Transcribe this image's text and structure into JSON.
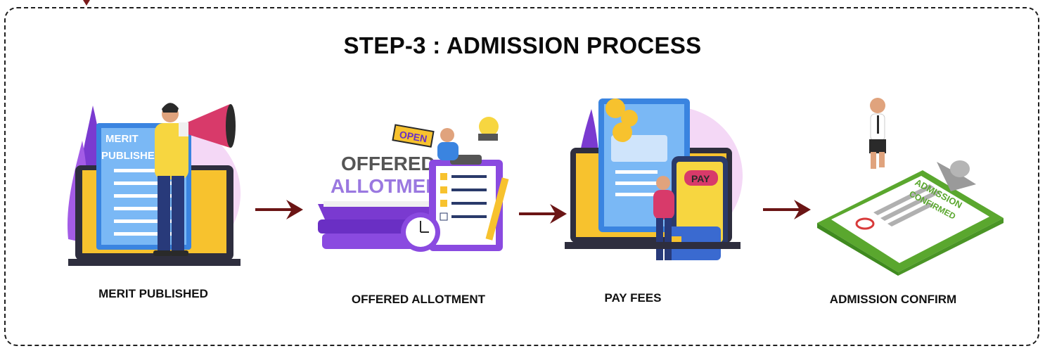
{
  "title": "STEP-3 : ADMISSION PROCESS",
  "steps": [
    {
      "label": "MERIT PUBLISHED",
      "art_text": [
        "MERIT",
        "PUBLISHED"
      ],
      "icon": "megaphone-person-icon"
    },
    {
      "label": "OFFERED ALLOTMENT",
      "art_text": [
        "OFFERED",
        "ALLOTMENT",
        "OPEN"
      ],
      "icon": "clipboard-checklist-icon"
    },
    {
      "label": "PAY FEES",
      "art_text": [
        "PAY"
      ],
      "icon": "payment-phone-icon"
    },
    {
      "label": "ADMISSION CONFIRM",
      "art_text": [
        "ADMISSION",
        "CONFIRMED"
      ],
      "icon": "confirmed-certificate-icon"
    }
  ],
  "colors": {
    "arrow": "#6b1515",
    "border": "#1f1f1f",
    "purple": "#7b3fd6",
    "blue": "#3c8ee8",
    "yellow": "#f6cf3a",
    "green": "#6fbf3a",
    "pink_bg": "#f3d6f5"
  }
}
